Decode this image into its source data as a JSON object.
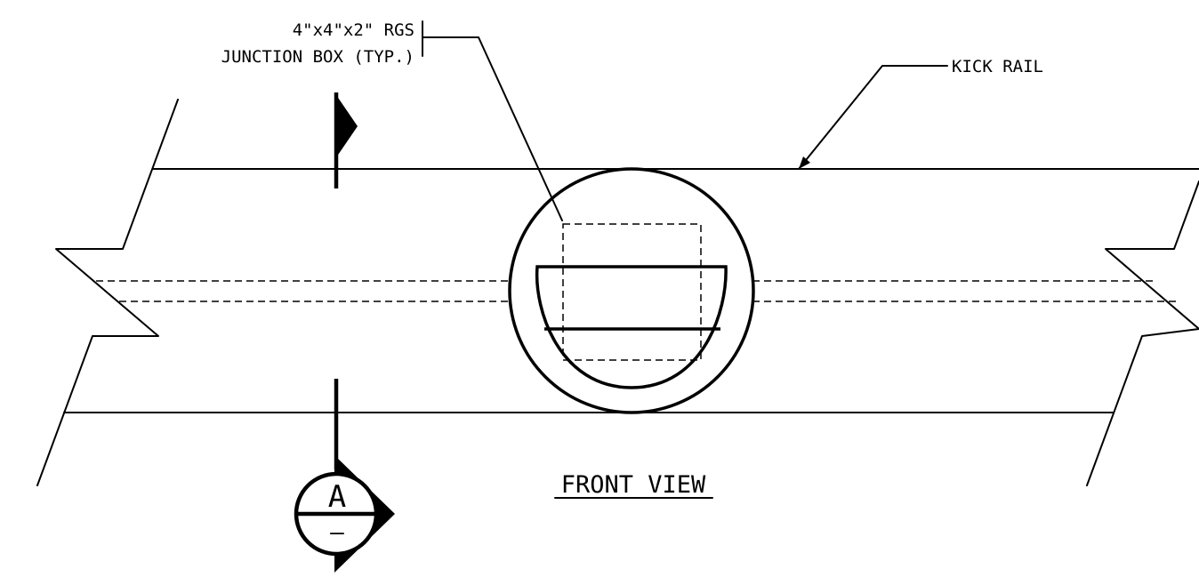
{
  "labels": {
    "junction_box_line1": "4\"x4\"x2\" RGS",
    "junction_box_line2": "JUNCTION BOX (TYP.)",
    "kick_rail": "KICK RAIL",
    "view_title": "FRONT VIEW"
  },
  "section_marker": {
    "letter": "A",
    "sheet": "–"
  }
}
